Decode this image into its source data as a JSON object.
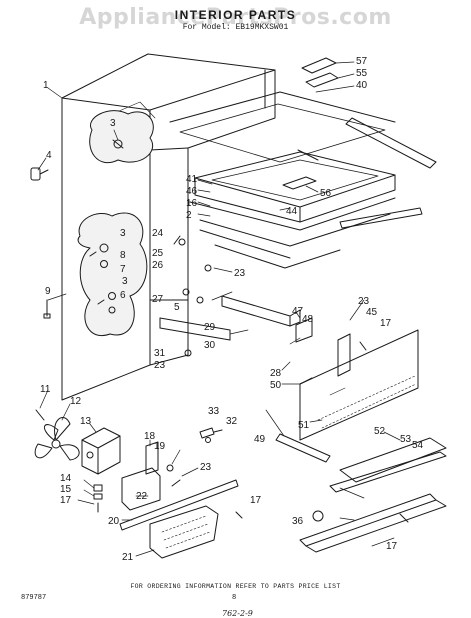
{
  "watermark": "AppliancePartsPros.com",
  "header": {
    "title": "INTERIOR PARTS",
    "subtitle": "For Model: EB19MKXSW01"
  },
  "callouts": {
    "c1": "1",
    "c2": "2",
    "c3a": "3",
    "c3b": "3",
    "c3c": "3",
    "c4": "4",
    "c5": "5",
    "c6": "6",
    "c7": "7",
    "c8": "8",
    "c9": "9",
    "c11": "11",
    "c12": "12",
    "c13": "13",
    "c14": "14",
    "c15": "15",
    "c16": "16",
    "c17a": "17",
    "c17b": "17",
    "c17c": "17",
    "c17d": "17",
    "c18": "18",
    "c19": "19",
    "c20": "20",
    "c21": "21",
    "c22": "22",
    "c23a": "23",
    "c23b": "23",
    "c23c": "23",
    "c23d": "23",
    "c24": "24",
    "c25": "25",
    "c26": "26",
    "c27": "27",
    "c28": "28",
    "c29": "29",
    "c30": "30",
    "c31": "31",
    "c32": "32",
    "c33": "33",
    "c36": "36",
    "c40": "40",
    "c41": "41",
    "c44": "44",
    "c45": "45",
    "c46": "46",
    "c47": "47",
    "c48": "48",
    "c49": "49",
    "c50": "50",
    "c51": "51",
    "c52": "52",
    "c53": "53",
    "c54": "54",
    "c55": "55",
    "c56": "56",
    "c57": "57"
  },
  "footer": {
    "note": "FOR ORDERING INFORMATION REFER TO PARTS PRICE LIST",
    "doc_code": "879787",
    "page": "8",
    "handwritten": "762-2-9"
  }
}
